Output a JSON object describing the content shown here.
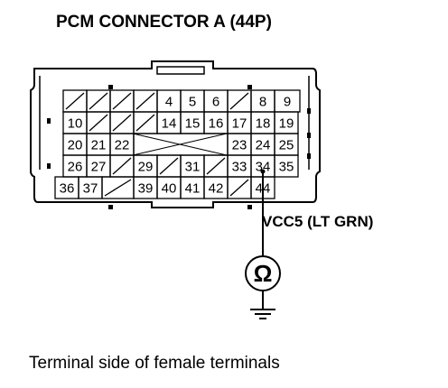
{
  "title": "PCM CONNECTOR A (44P)",
  "caption": "Terminal side of female terminals",
  "signal_label": "VCC5 (LT GRN)",
  "meter_symbol": "Ω",
  "highlighted_terminal": "34",
  "rows": [
    [
      "",
      "",
      "",
      "",
      "4",
      "5",
      "6",
      "",
      "8",
      "9"
    ],
    [
      "10",
      "",
      "",
      "",
      "14",
      "15",
      "16",
      "17",
      "18",
      "19"
    ],
    [
      "20",
      "21",
      "22",
      "",
      "",
      "",
      "",
      "23",
      "24",
      "25"
    ],
    [
      "26",
      "27",
      "",
      "29",
      "",
      "31",
      "",
      "33",
      "34",
      "35"
    ],
    [
      "36",
      "37",
      "",
      "39",
      "40",
      "41",
      "42",
      "",
      "44"
    ]
  ]
}
